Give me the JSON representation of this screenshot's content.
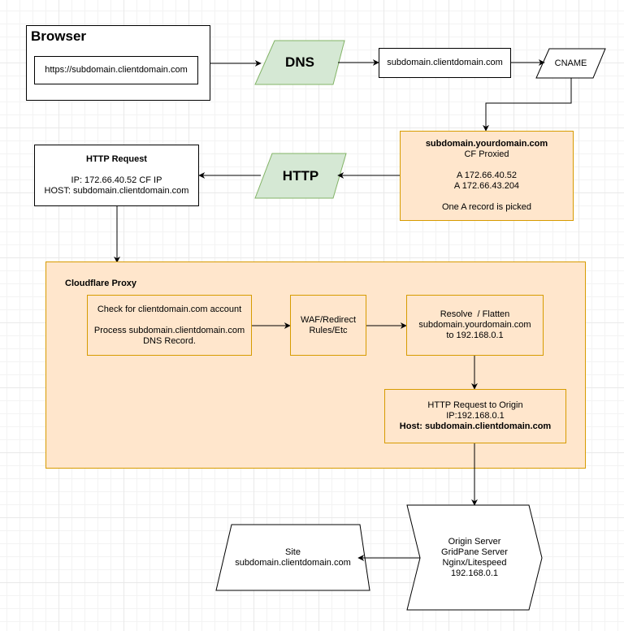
{
  "browser": {
    "title": "Browser",
    "url": "https://subdomain.clientdomain.com"
  },
  "dns": {
    "label": "DNS"
  },
  "dns_result": {
    "label": "subdomain.clientdomain.com"
  },
  "cname": {
    "label": "CNAME"
  },
  "cf_record": {
    "title": "subdomain.yourdomain.com",
    "proxied": "CF Proxied",
    "a1": "A 172.66.40.52",
    "a2": "A 172.66.43.204",
    "note": "One A record is picked"
  },
  "http": {
    "label": "HTTP"
  },
  "http_request": {
    "title": "HTTP Request",
    "ip": "IP: 172.66.40.52 CF IP",
    "host": "HOST: subdomain.clientdomain.com"
  },
  "cloudflare": {
    "title": "Cloudflare Proxy",
    "check": {
      "line1": "Check for clientdomain.com account",
      "line2": "Process subdomain.clientdomain.com",
      "line3": "DNS Record."
    },
    "waf": {
      "line1": "WAF/Redirect",
      "line2": "Rules/Etc"
    },
    "resolve": {
      "line1": "Resolve  / Flatten",
      "line2": "subdomain.yourdomain.com",
      "line3": "to 192.168.0.1"
    },
    "origin_request": {
      "line1": "HTTP Request to Origin",
      "line2": "IP:192.168.0.1",
      "line3": "Host: subdomain.clientdomain.com"
    }
  },
  "origin_server": {
    "line1": "Origin Server",
    "line2": "GridPane Server",
    "line3": "Nginx/Litespeed",
    "line4": "192.168.0.1"
  },
  "site": {
    "line1": "Site",
    "line2": "subdomain.clientdomain.com"
  },
  "colors": {
    "green_fill": "#d5e8d4",
    "green_stroke": "#82b366",
    "orange_fill": "#ffe6cc",
    "orange_stroke": "#d79b00"
  }
}
